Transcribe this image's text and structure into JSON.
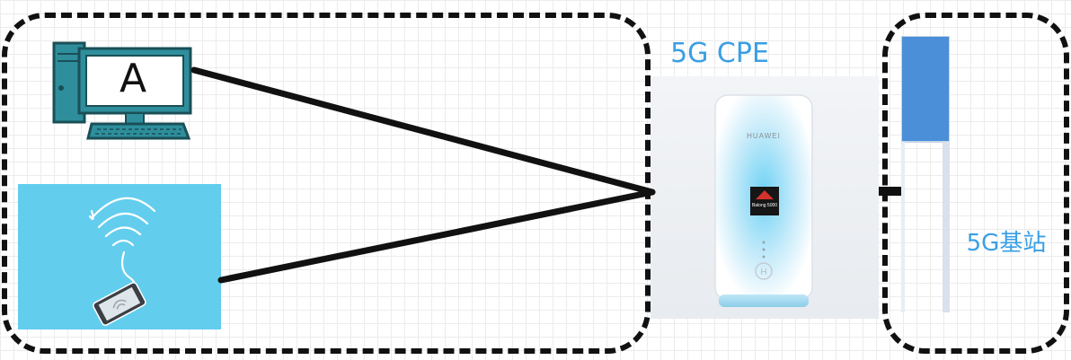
{
  "computer": {
    "letter": "A",
    "icon": "desktop-computer-icon"
  },
  "phone": {
    "icon": "smartphone-wifi-icon"
  },
  "cpe": {
    "title": "5G CPE",
    "brand": "HUAWEI",
    "chip_label": "Balong 5000",
    "icon": "router-icon"
  },
  "base_station": {
    "label": "5G基站",
    "icon": "cell-tower-icon"
  },
  "colors": {
    "label_blue": "#3a9fe4",
    "phone_panel": "#63cdee",
    "computer_teal": "#2e8e9c",
    "tower_blue": "#4a8fd8"
  }
}
